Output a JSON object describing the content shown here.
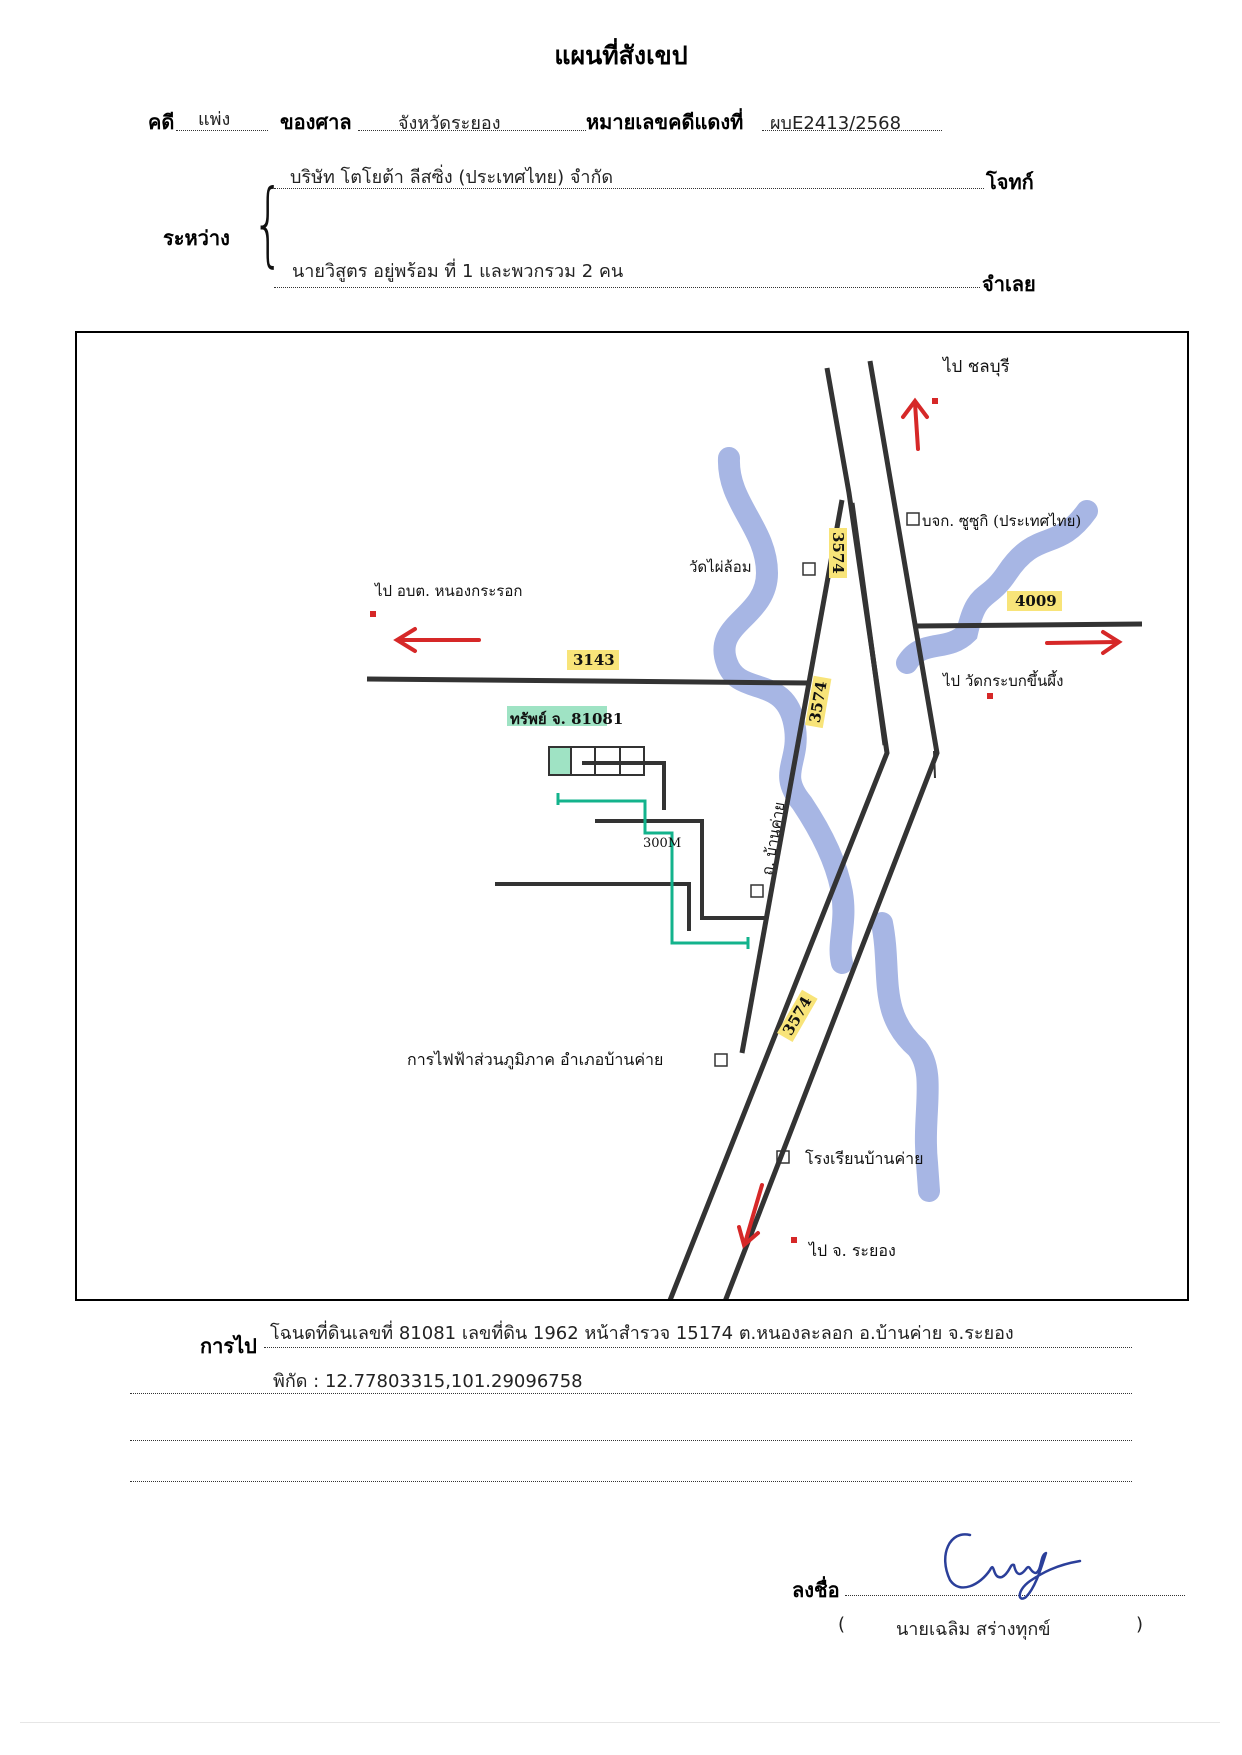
{
  "title": "แผนที่สังเขป",
  "header": {
    "case_label": "คดี",
    "case_value": "แพ่ง",
    "court_label": "ของศาล",
    "court_value": "จังหวัดระยอง",
    "case_no_label": "หมายเลขคดีแดงที่",
    "case_no_value": "ผบE2413/2568",
    "between_label": "ระหว่าง",
    "plaintiff_value": "บริษัท โตโยต้า ลีสซิ่ง (ประเทศไทย) จำกัด",
    "plaintiff_label": "โจทก์",
    "defendant_value": "นายวิสูตร อยู่พร้อม ที่ 1 และพวกรวม 2 คน",
    "defendant_label": "จำเลย"
  },
  "map": {
    "to_chonburi": "ไป ชลบุรี",
    "to_nongkrarok": "ไป อบต. หนองกระรอก",
    "to_rayong": "ไป จ. ระยอง",
    "to_temple": "ไป วัดกระบกขึ้นผึ้ง",
    "temple_phailom": "วัดไผ่ล้อม",
    "company": "บจก. ซูซูกิ (ประเทศไทย)",
    "road_3143": "3143",
    "road_4009": "4009",
    "road_3574_a": "3574",
    "road_3574_b": "3574",
    "road_3574_c": "3574",
    "plot_label": "ทรัพย์ จ. 81081",
    "distance": "300M",
    "ban_khai_road": "ถ. บ้านค่าย",
    "electricity": "การไฟฟ้าส่วนภูมิภาค อำเภอบ้านค่าย",
    "school": "โรงเรียนบ้านค่าย"
  },
  "directions": {
    "label": "การไป",
    "line1": "โฉนดที่ดินเลขที่ 81081 เลขที่ดิน 1962 หน้าสำรวจ 15174 ต.หนองละลอก อ.บ้านค่าย จ.ระยอง",
    "line2": "พิกัด : 12.77803315,101.29096758"
  },
  "signature": {
    "label": "ลงชื่อ",
    "open_paren": "(",
    "name": "นายเฉลิม  สร่างทุกข์",
    "close_paren": ")"
  },
  "colors": {
    "river": "#a7b6e4",
    "road_label_highlight": "#f8e479",
    "plot_highlight": "#9fe3c4",
    "arrow": "#d62828",
    "teal_line": "#13b38c",
    "signature_ink": "#2b3f9a"
  }
}
